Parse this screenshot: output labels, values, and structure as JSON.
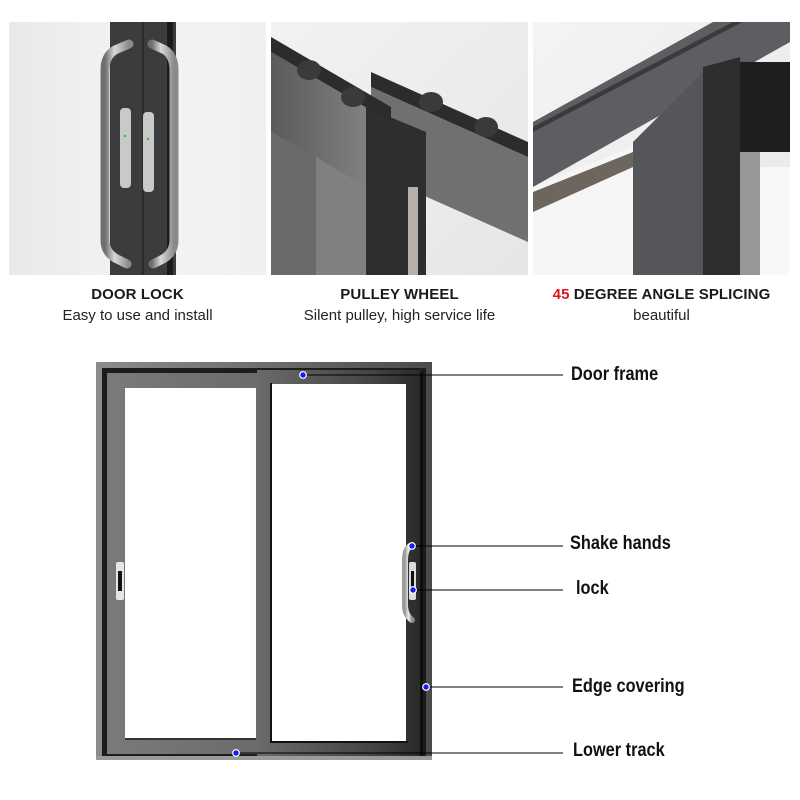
{
  "features": [
    {
      "title": "DOOR LOCK",
      "title_highlight": "",
      "subtitle": "Easy to use and install",
      "image": "door-lock-handle-photo"
    },
    {
      "title": "PULLEY WHEEL",
      "title_highlight": "",
      "subtitle": "Silent pulley, high service life",
      "image": "pulley-wheel-track-photo"
    },
    {
      "title": " DEGREE ANGLE SPLICING",
      "title_highlight": "45",
      "subtitle": "beautiful",
      "image": "angle-splicing-corner-photo"
    }
  ],
  "diagram": {
    "subject": "sliding-door-diagram",
    "labels": [
      {
        "id": "door-frame",
        "text": "Door frame"
      },
      {
        "id": "shake-hands",
        "text": "Shake hands"
      },
      {
        "id": "lock",
        "text": "lock"
      },
      {
        "id": "edge-covering",
        "text": "Edge covering"
      },
      {
        "id": "lower-track",
        "text": "Lower track"
      }
    ],
    "marker_color": "#1a1aff",
    "accent_color": "#e0141e"
  }
}
